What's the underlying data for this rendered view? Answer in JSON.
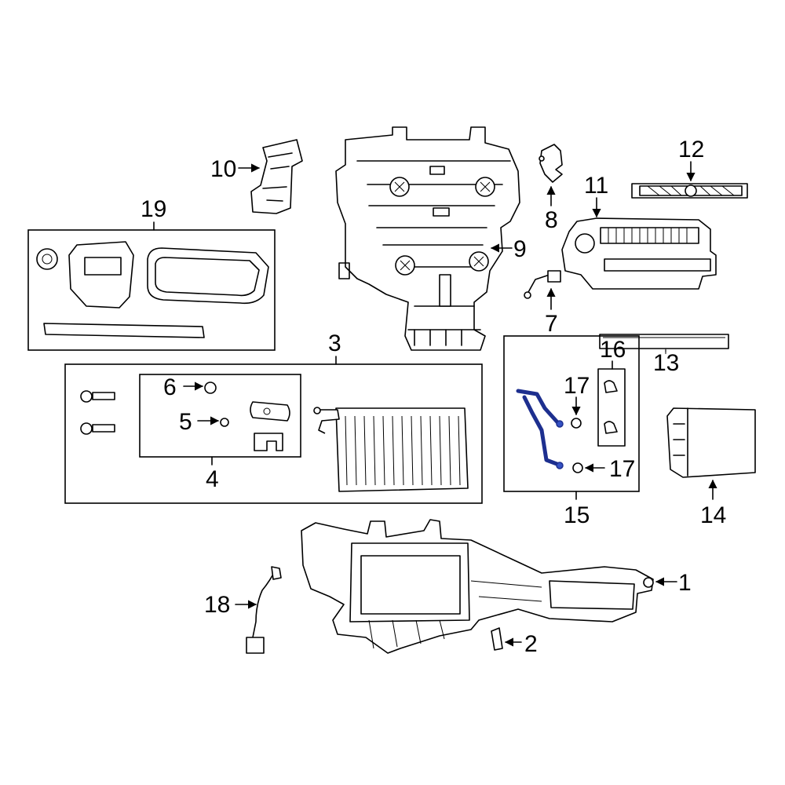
{
  "callouts": {
    "c1": "1",
    "c2": "2",
    "c3": "3",
    "c4": "4",
    "c5": "5",
    "c6": "6",
    "c7": "7",
    "c8": "8",
    "c9": "9",
    "c10": "10",
    "c11": "11",
    "c12": "12",
    "c13": "13",
    "c14": "14",
    "c15": "15",
    "c16": "16",
    "c17a": "17",
    "c17b": "17",
    "c18": "18",
    "c19": "19"
  },
  "colors": {
    "line": "#000000",
    "highlight": "#1d2f8f",
    "background": "#ffffff"
  }
}
